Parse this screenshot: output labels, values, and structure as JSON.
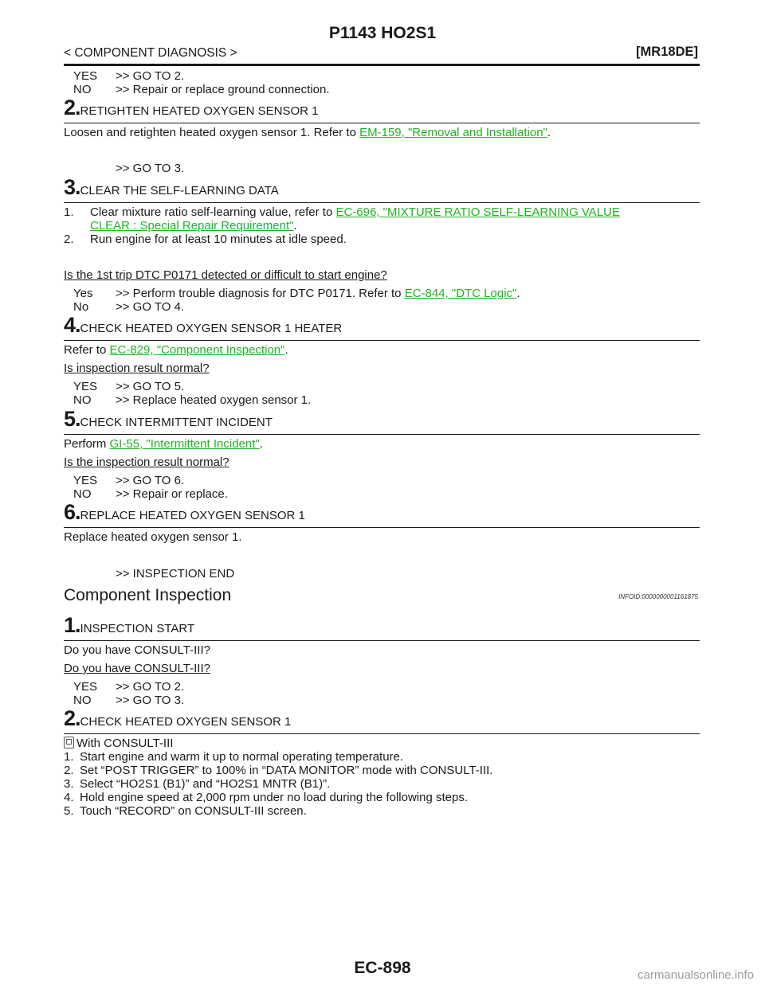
{
  "header": {
    "title": "P1143 HO2S1",
    "breadcrumb": "< COMPONENT DIAGNOSIS >",
    "model": "[MR18DE]"
  },
  "intro": {
    "yes_key": "YES",
    "yes_text": ">> GO TO 2.",
    "no_key": "NO",
    "no_text": ">> Repair or replace ground connection."
  },
  "s2": {
    "num": "2.",
    "title": "RETIGHTEN HEATED OXYGEN SENSOR 1",
    "text": "Loosen and retighten heated oxygen sensor 1. Refer to ",
    "link": "EM-159, \"Removal and Installation\"",
    "after": ".",
    "result": ">> GO TO 3."
  },
  "s3": {
    "num": "3.",
    "title": "CLEAR THE SELF-LEARNING DATA",
    "item1_num": "1.",
    "item1_text": "Clear mixture ratio self-learning value, refer to ",
    "item1_link_a": "EC-696, \"MIXTURE RATIO SELF-LEARNING VALUE",
    "item1_link_b": "CLEAR : Special Repair Requirement\"",
    "item1_after": ".",
    "item2_num": "2.",
    "item2_text": "Run engine for at least 10 minutes at idle speed.",
    "question": "Is the 1st trip DTC P0171 detected or difficult to start engine?",
    "yes_key": "Yes",
    "yes_text": ">> Perform trouble diagnosis for DTC P0171. Refer to ",
    "yes_link": "EC-844, \"DTC Logic\"",
    "yes_after": ".",
    "no_key": "No",
    "no_text": ">> GO TO 4."
  },
  "s4": {
    "num": "4.",
    "title": "CHECK HEATED OXYGEN SENSOR 1 HEATER",
    "text": "Refer to ",
    "link": "EC-829, \"Component Inspection\"",
    "after": ".",
    "question": "Is inspection result normal?",
    "yes_key": "YES",
    "yes_text": ">> GO TO 5.",
    "no_key": "NO",
    "no_text": ">> Replace heated oxygen sensor 1."
  },
  "s5": {
    "num": "5.",
    "title": "CHECK INTERMITTENT INCIDENT",
    "text": "Perform ",
    "link": "GI-55, \"Intermittent Incident\"",
    "after": ".",
    "question": "Is the inspection result normal?",
    "yes_key": "YES",
    "yes_text": ">> GO TO 6.",
    "no_key": "NO",
    "no_text": ">> Repair or replace."
  },
  "s6": {
    "num": "6.",
    "title": "REPLACE HEATED OXYGEN SENSOR 1",
    "text": "Replace heated oxygen sensor 1.",
    "result": ">> INSPECTION END"
  },
  "component": {
    "heading": "Component Inspection",
    "infoid": "INFOID:0000000001161875"
  },
  "c1": {
    "num": "1.",
    "title": "INSPECTION START",
    "text": "Do you have CONSULT-III?",
    "question": "Do you have CONSULT-III?",
    "yes_key": "YES",
    "yes_text": ">> GO TO 2.",
    "no_key": "NO",
    "no_text": ">> GO TO 3."
  },
  "c2": {
    "num": "2.",
    "title": "CHECK HEATED OXYGEN SENSOR 1",
    "with": "With CONSULT-III",
    "steps": [
      {
        "num": "1.",
        "text": "Start engine and warm it up to normal operating temperature."
      },
      {
        "num": "2.",
        "text": "Set “POST TRIGGER” to 100% in “DATA MONITOR” mode with CONSULT-III."
      },
      {
        "num": "3.",
        "text": "Select “HO2S1 (B1)” and “HO2S1 MNTR (B1)”."
      },
      {
        "num": "4.",
        "text": "Hold engine speed at 2,000 rpm under no load during the following steps."
      },
      {
        "num": "5.",
        "text": "Touch “RECORD” on CONSULT-III screen."
      }
    ]
  },
  "footer": {
    "page": "EC-898",
    "watermark": "carmanualsonline.info"
  }
}
